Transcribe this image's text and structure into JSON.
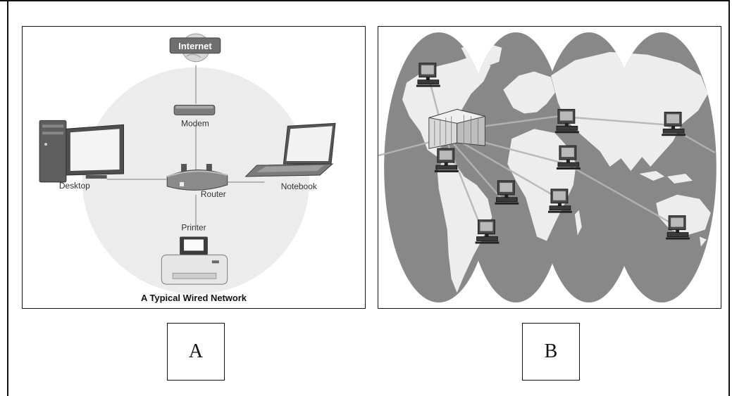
{
  "panel_a": {
    "internet_label": "Internet",
    "modem_label": "Modem",
    "desktop_label": "Desktop",
    "router_label": "Router",
    "notebook_label": "Notebook",
    "printer_label": "Printer",
    "caption": "A Typical Wired Network"
  },
  "labels": {
    "a": "A",
    "b": "B"
  }
}
